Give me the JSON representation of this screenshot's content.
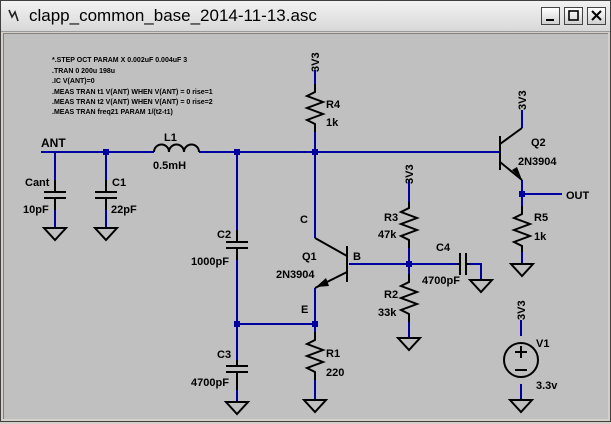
{
  "window": {
    "title": "clapp_common_base_2014-11-13.asc",
    "minimize_glyph": "_",
    "maximize_glyph": "□",
    "close_glyph": "✕"
  },
  "colors": {
    "wire": "#0000a0",
    "component": "#000000",
    "canvas": "#c0c0c0",
    "titlebar": "#e6e6e6"
  },
  "directives": [
    "*.STEP OCT PARAM X 0.002uF 0.004uF 3",
    ".TRAN 0 200u 198u",
    ".IC V(ANT)=0",
    ".MEAS TRAN t1 V(ANT) WHEN V(ANT) = 0 rise=1",
    ".MEAS TRAN t2 V(ANT) WHEN V(ANT) = 0 rise=2",
    ".MEAS TRAN freq21 PARAM 1/(t2-t1)"
  ],
  "nets": {
    "ant": "ANT",
    "out": "OUT",
    "supply_r4": "3V3",
    "supply_r3": "3V3",
    "supply_q2": "3V3",
    "supply_v1": "3V3",
    "collector": "C",
    "base": "B",
    "emitter": "E"
  },
  "components": {
    "cant": {
      "ref": "Cant",
      "value": "10pF"
    },
    "c1": {
      "ref": "C1",
      "value": "22pF"
    },
    "l1": {
      "ref": "L1",
      "value": "0.5mH"
    },
    "c2": {
      "ref": "C2",
      "value": "1000pF"
    },
    "c3": {
      "ref": "C3",
      "value": "4700pF"
    },
    "r4": {
      "ref": "R4",
      "value": "1k"
    },
    "q1": {
      "ref": "Q1",
      "value": "2N3904"
    },
    "r1": {
      "ref": "R1",
      "value": "220"
    },
    "r3": {
      "ref": "R3",
      "value": "47k"
    },
    "r2": {
      "ref": "R2",
      "value": "33k"
    },
    "c4": {
      "ref": "C4",
      "value": "4700pF"
    },
    "q2": {
      "ref": "Q2",
      "value": "2N3904"
    },
    "r5": {
      "ref": "R5",
      "value": "1k"
    },
    "v1": {
      "ref": "V1",
      "value": "3.3v"
    }
  }
}
